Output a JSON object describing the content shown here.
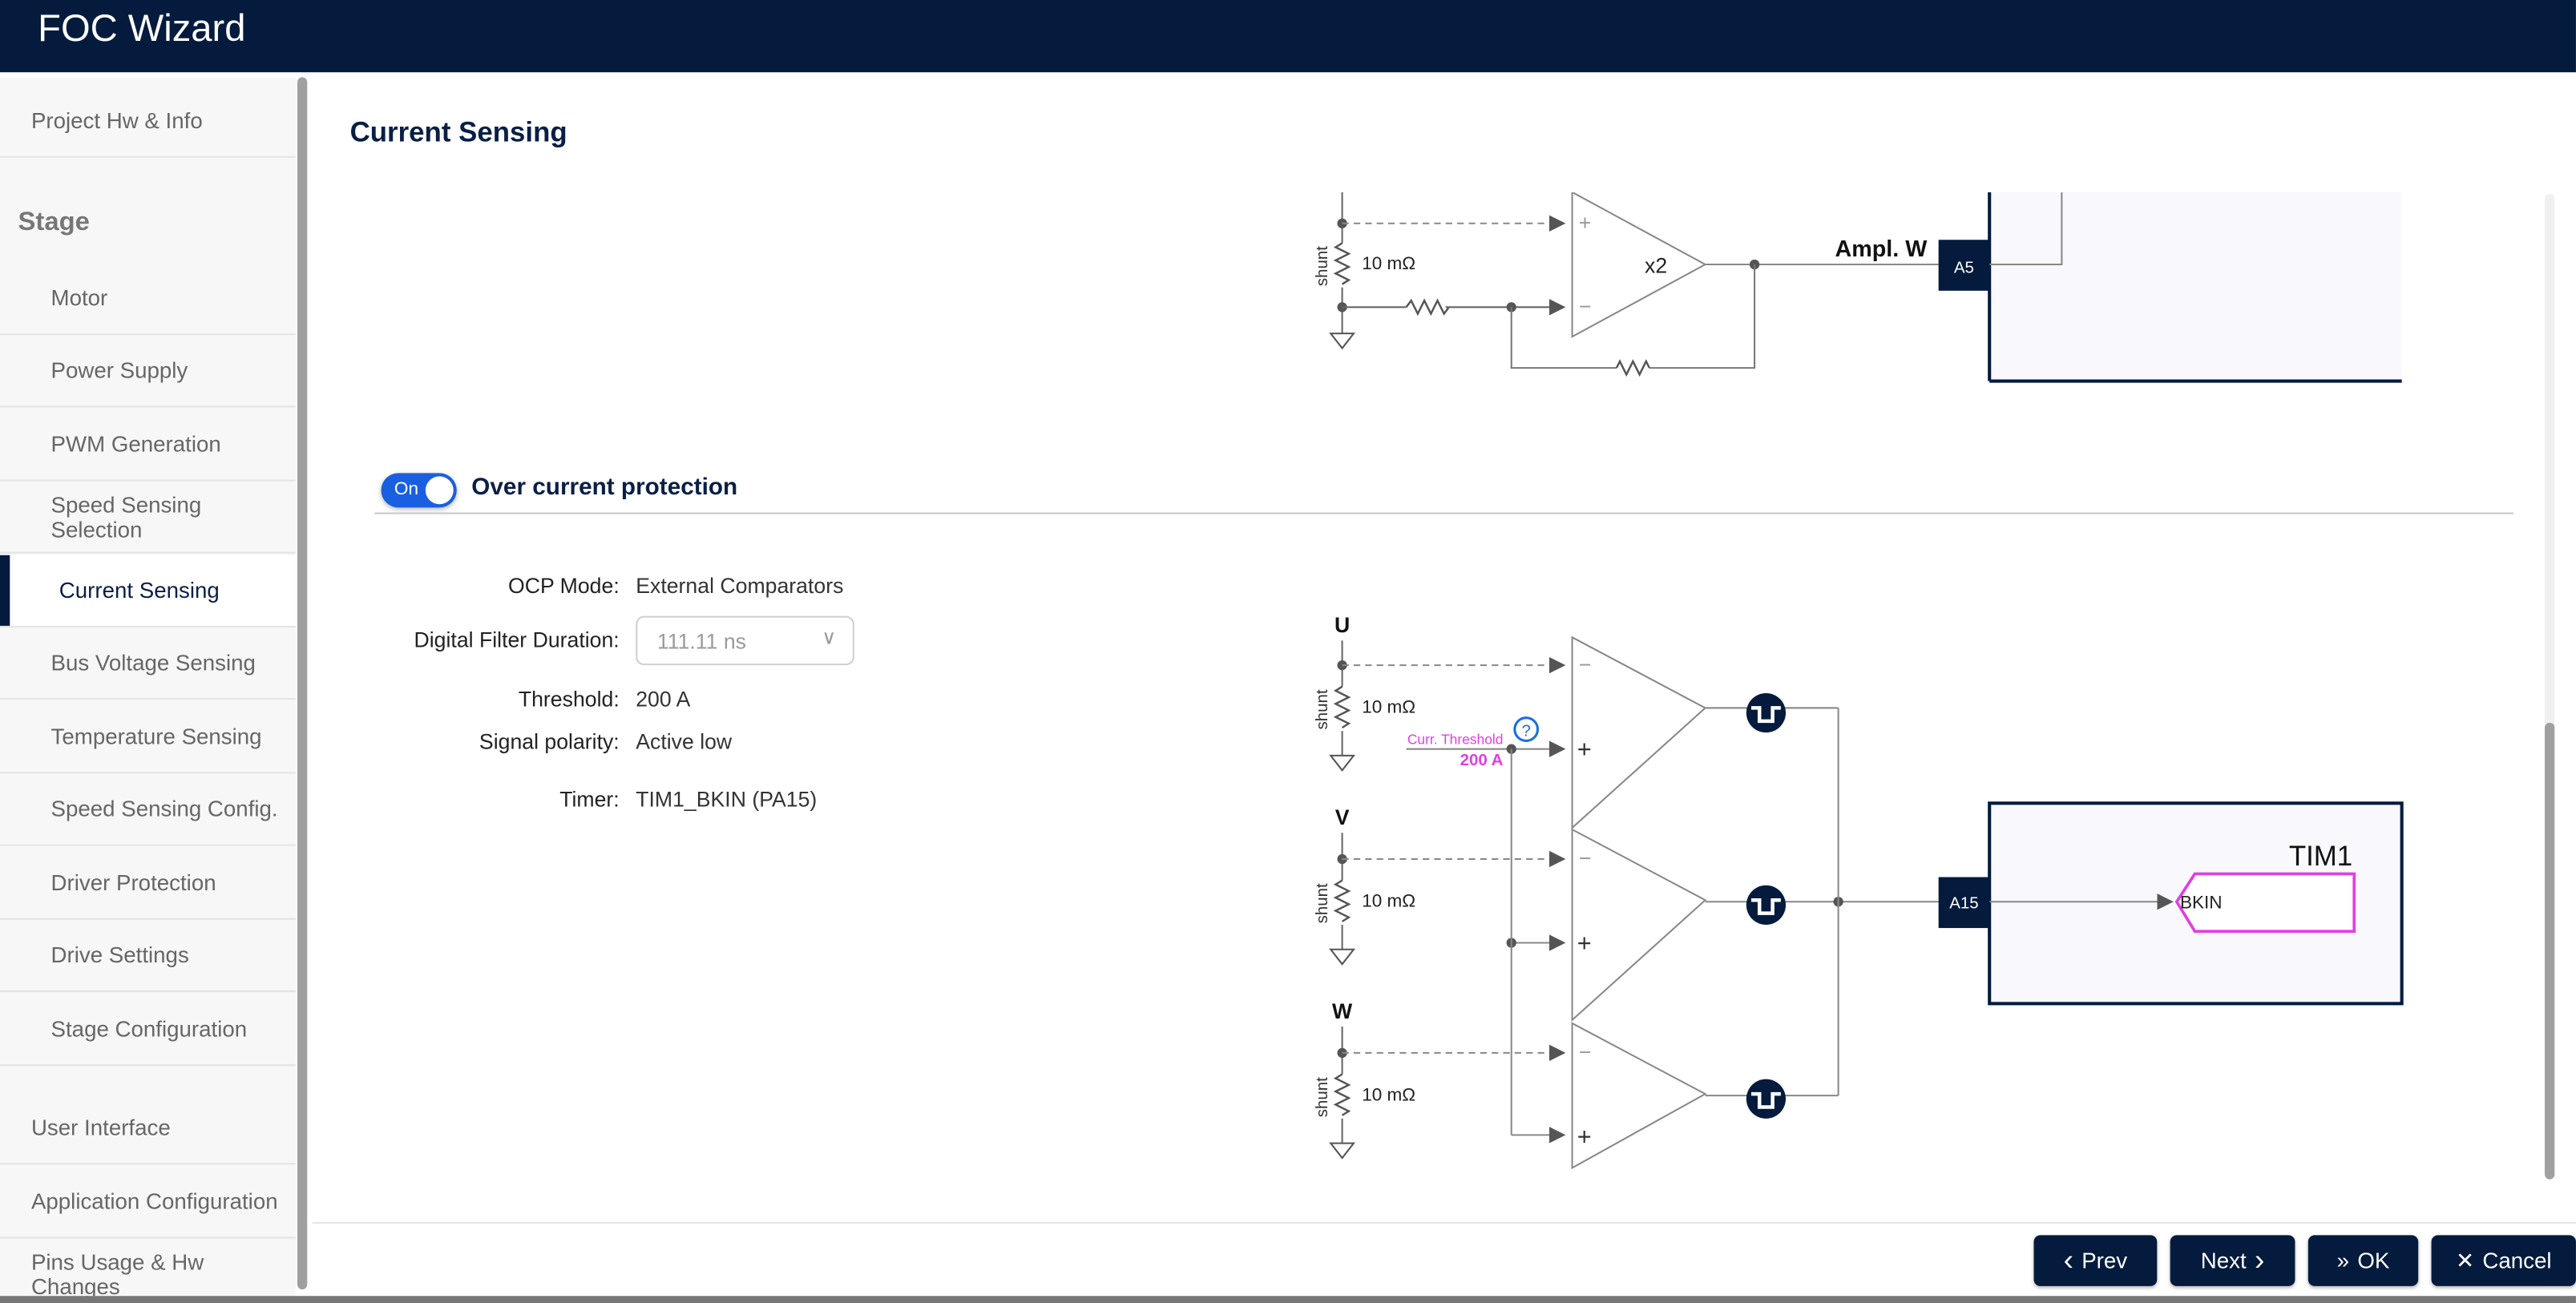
{
  "app": {
    "title": "FOC Wizard"
  },
  "sidebar": {
    "items_top": [
      {
        "label": "Project Hw & Info"
      }
    ],
    "stage_heading": "Stage",
    "stage_items": [
      {
        "label": "Motor"
      },
      {
        "label": "Power Supply"
      },
      {
        "label": "PWM Generation"
      },
      {
        "label": "Speed Sensing Selection"
      },
      {
        "label": "Current Sensing",
        "active": true
      },
      {
        "label": "Bus Voltage Sensing"
      },
      {
        "label": "Temperature Sensing"
      },
      {
        "label": "Speed Sensing Config."
      },
      {
        "label": "Driver Protection"
      },
      {
        "label": "Drive Settings"
      },
      {
        "label": "Stage Configuration"
      }
    ],
    "items_bottom": [
      {
        "label": "User Interface"
      },
      {
        "label": "Application Configuration"
      },
      {
        "label": "Pins Usage & Hw Changes"
      }
    ]
  },
  "main": {
    "title": "Current Sensing",
    "amplifier_diagram": {
      "shunt_label": "shunt",
      "shunt_value": "10 mΩ",
      "plus": "+",
      "minus": "−",
      "gain": "x2",
      "output_label": "Ampl. W",
      "pin": "A5"
    },
    "ocp": {
      "toggle_label": "On",
      "toggle_on": true,
      "title": "Over current protection",
      "fields": {
        "mode_label": "OCP Mode:",
        "mode_value": "External Comparators",
        "filter_label": "Digital Filter Duration:",
        "filter_value": "111.11 ns",
        "threshold_label": "Threshold:",
        "threshold_value": "200 A",
        "polarity_label": "Signal polarity:",
        "polarity_value": "Active low",
        "timer_label": "Timer:",
        "timer_value": "TIM1_BKIN (PA15)"
      },
      "diagram": {
        "phases": [
          {
            "label": "U",
            "shunt_label": "shunt",
            "shunt_value": "10 mΩ"
          },
          {
            "label": "V",
            "shunt_label": "shunt",
            "shunt_value": "10 mΩ"
          },
          {
            "label": "W",
            "shunt_label": "shunt",
            "shunt_value": "10 mΩ"
          }
        ],
        "threshold_caption": "Curr. Threshold",
        "threshold_value": "200 A",
        "help_glyph": "?",
        "minus": "−",
        "plus": "+",
        "pin": "A15",
        "timer_block": "TIM1",
        "timer_input": "BKIN",
        "accent_color": "#e040e0"
      }
    }
  },
  "footer": {
    "prev": "Prev",
    "next": "Next",
    "ok": "OK",
    "cancel": "Cancel",
    "prev_icon": "‹",
    "next_icon": "›",
    "ok_icon": "»",
    "cancel_icon": "✕"
  },
  "colors": {
    "brand": "#041b3d",
    "toggle": "#1a5fe0",
    "highlight": "#e040e0"
  }
}
